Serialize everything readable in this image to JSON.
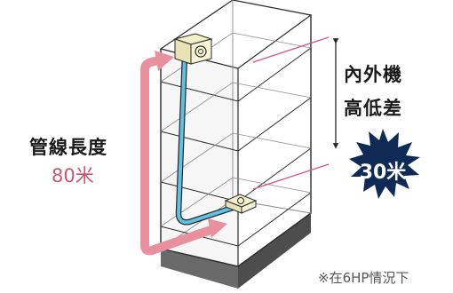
{
  "pipe_length": {
    "title": "管線長度",
    "value": "80米"
  },
  "height_diff": {
    "line1": "內外機",
    "line2": "高低差",
    "value": "30米"
  },
  "note": "※在6HP情況下",
  "colors": {
    "pipe_arrow": "#e8909e",
    "pipe_text": "#c8576e",
    "refrigerant_line": "#5fc1e4",
    "burst": "#0f2a55",
    "building_edge": "#2a2a2a",
    "building_shadow": "#4d4d4d",
    "leader_line": "#d9557a"
  }
}
